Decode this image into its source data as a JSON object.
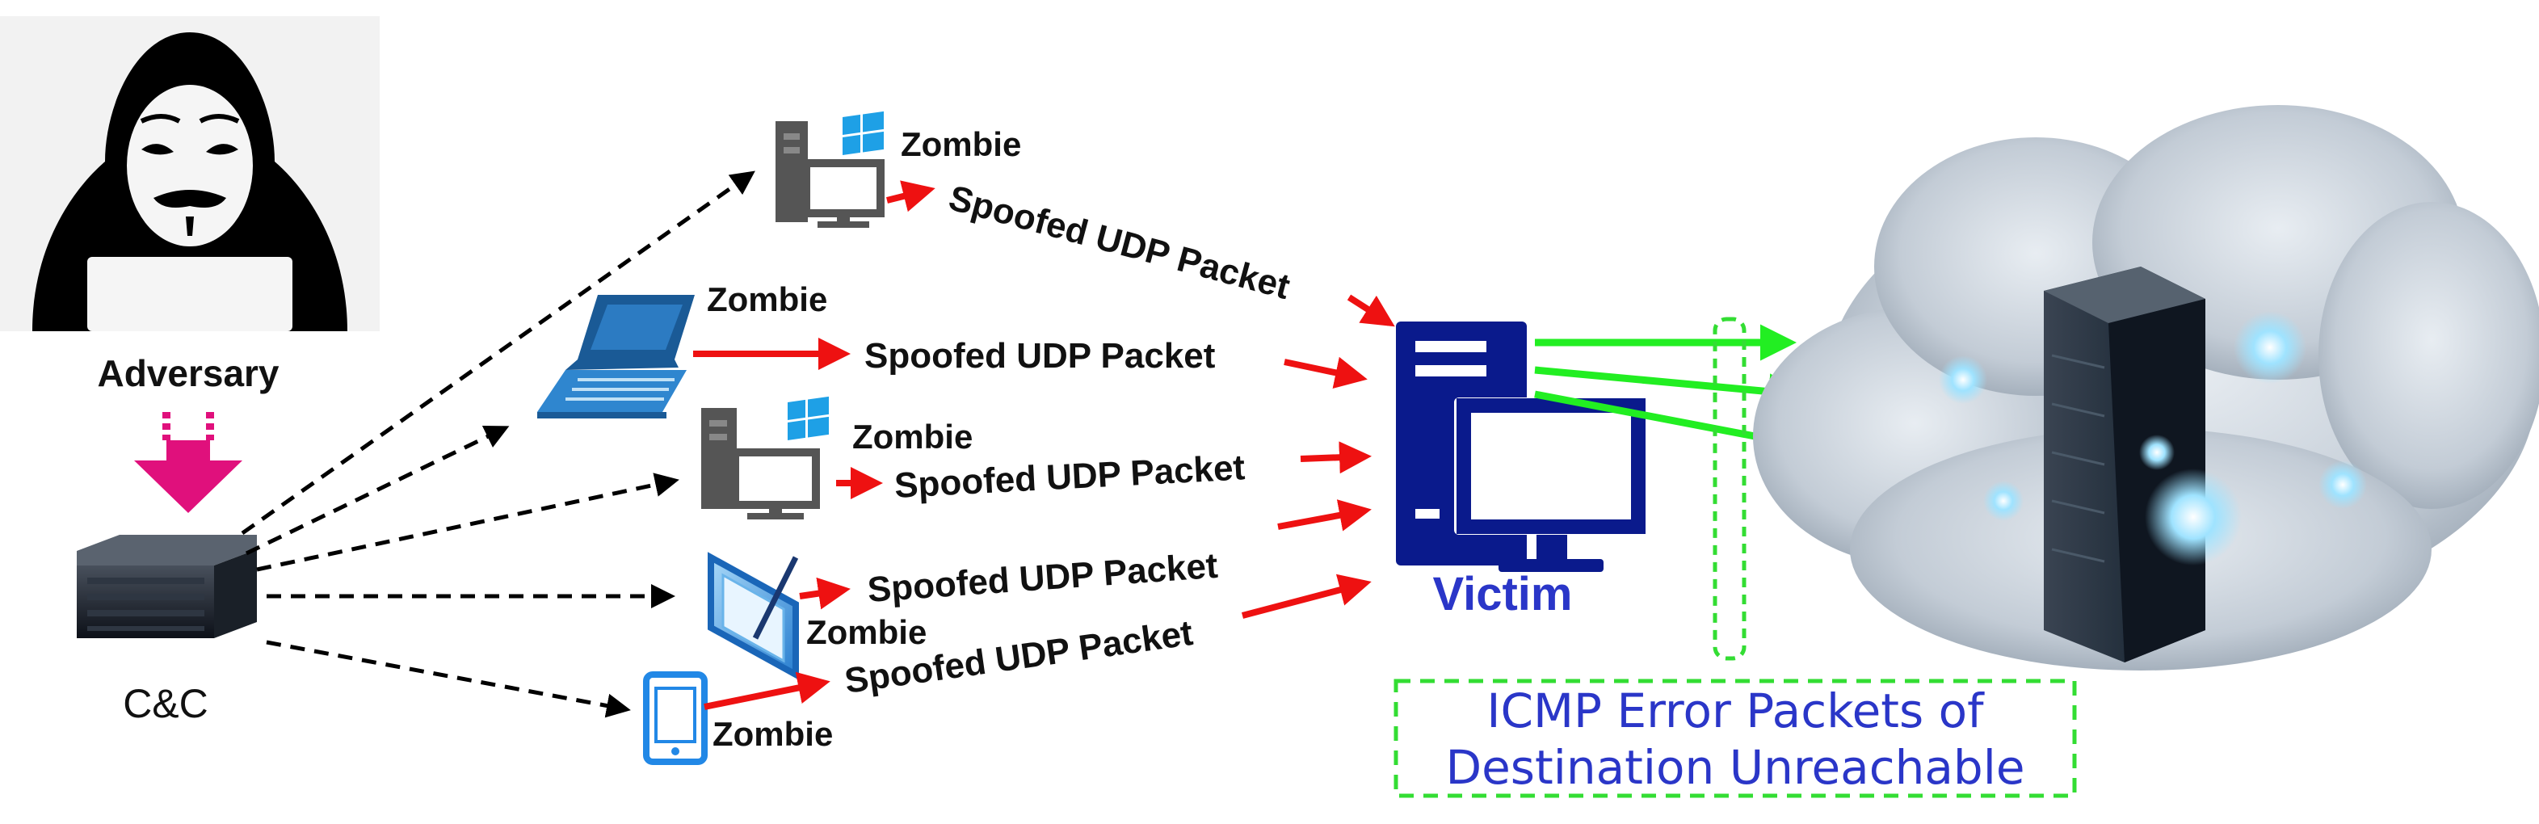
{
  "labels": {
    "adversary": "Adversary",
    "cc": "C&C",
    "victim": "Victim",
    "icmp_line1": "ICMP Error Packets of",
    "icmp_line2": "Destination Unreachable"
  },
  "zombies": [
    {
      "label": "Zombie",
      "device": "windows-desktop"
    },
    {
      "label": "Zombie",
      "device": "laptop"
    },
    {
      "label": "Zombie",
      "device": "windows-desktop"
    },
    {
      "label": "Zombie",
      "device": "tablet"
    },
    {
      "label": "Zombie",
      "device": "smartphone"
    }
  ],
  "packets": [
    "Spoofed UDP Packet",
    "Spoofed UDP Packet",
    "Spoofed UDP Packet",
    "Spoofed UDP Packet",
    "Spoofed UDP Packet"
  ],
  "colors": {
    "command_arrow": "#000000",
    "attack_arrow": "#ee1111",
    "icmp_arrow": "#22ee22",
    "victim_blue": "#0a1a8c",
    "label_blue": "#2a36c8",
    "adversary_arrow": "#e0107c",
    "icmp_box": "#33dd33"
  },
  "icons": {
    "adversary": "hooded-hacker-icon",
    "cc": "server-rack-icon",
    "victim": "desktop-computer-icon",
    "destination": "cloud-server-icon"
  }
}
